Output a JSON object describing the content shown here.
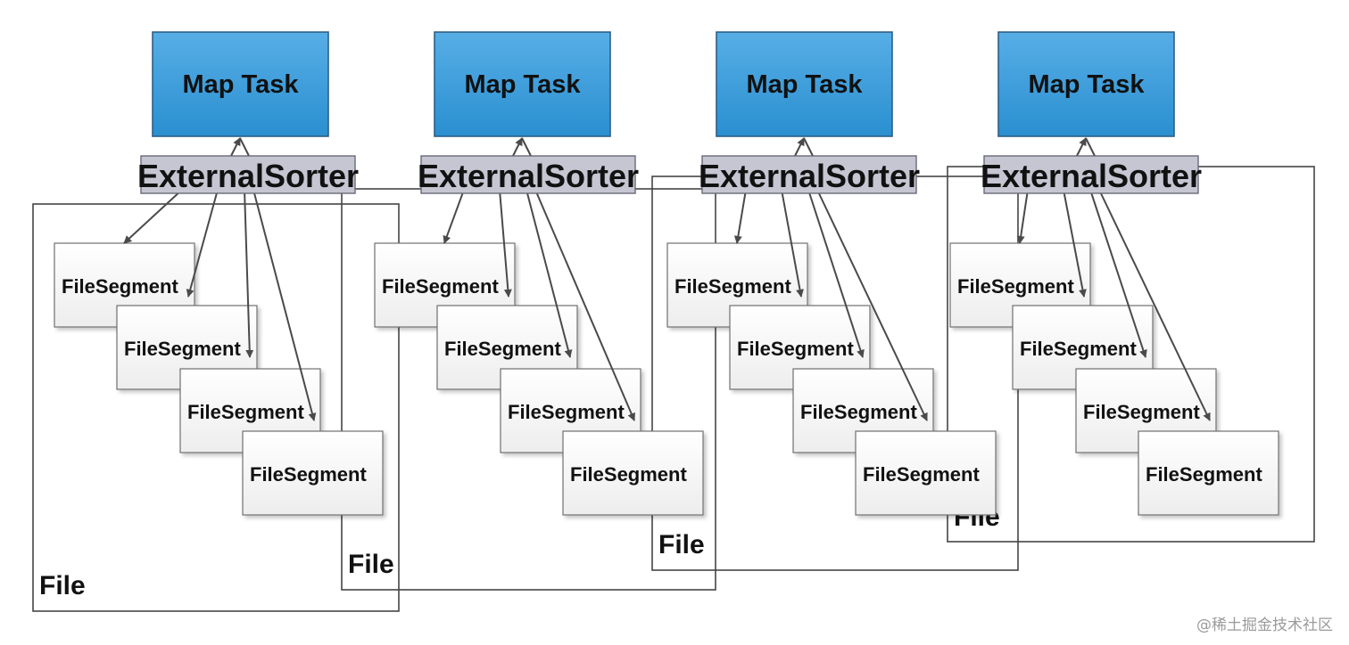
{
  "diagram": {
    "map_task_label": "Map Task",
    "sorter_label": "ExternalSorter",
    "segment_label": "FileSegment",
    "file_label": "File",
    "group_count": 4,
    "segments_per_group": 4,
    "colors": {
      "map_task_fill_top": "#57aee6",
      "map_task_fill_bottom": "#2a8fd0",
      "map_task_border": "#2d5f86",
      "sorter_fill": "#c5c6d2",
      "sorter_border": "#6a6a78",
      "segment_border": "#6f6f6f",
      "file_border": "#454545",
      "arrow": "#4a4a4a",
      "text": "#111111"
    }
  },
  "watermark": "@稀土掘金技术社区"
}
